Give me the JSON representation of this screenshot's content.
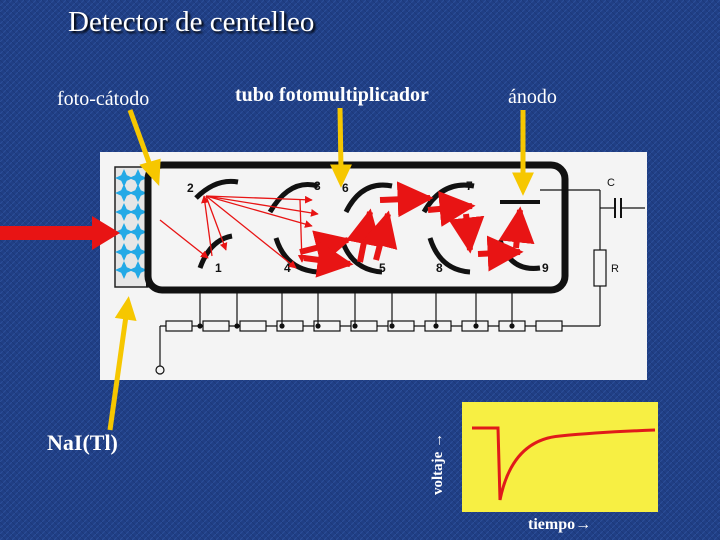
{
  "title": "Detector de centelleo",
  "labels": {
    "photocathode": "foto-cátodo",
    "pmt": "tubo fotomultiplicador",
    "anode": "ánodo",
    "crystal": "NaI(Tl)"
  },
  "tube": {
    "dynode_numbers": [
      "1",
      "2",
      "3",
      "4",
      "5",
      "6",
      "7",
      "8",
      "9"
    ],
    "capacitor_label": "C",
    "resistor_label": "R"
  },
  "pulse": {
    "ylabel": "voltaje →",
    "xlabel": "tiempo→"
  },
  "colors": {
    "background": "#1f3f86",
    "panel": "#f4f4f4",
    "arrow_yellow": "#f6c700",
    "arrow_red": "#e81414",
    "scintillation_blue": "#23a9e6",
    "pulse_panel": "#f7ef43",
    "pulse_line": "#e01a1a"
  }
}
